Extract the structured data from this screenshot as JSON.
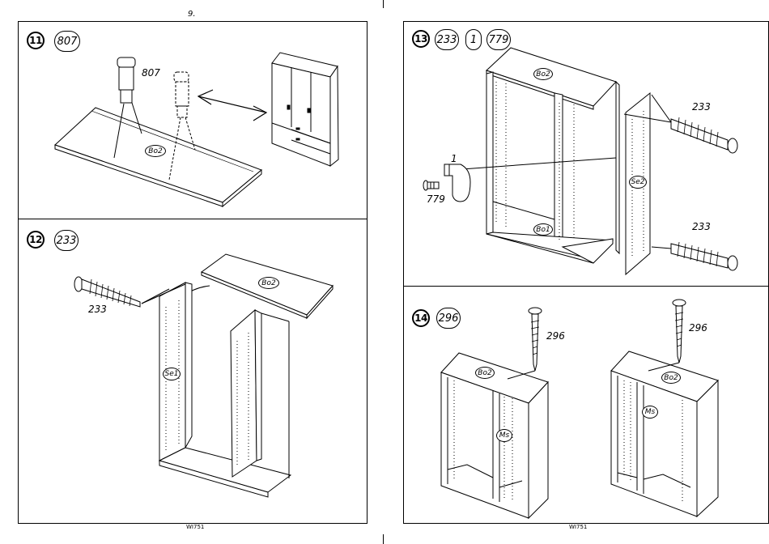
{
  "page": {
    "number": "9.",
    "code_left": "WI751",
    "code_right": "WI751"
  },
  "steps": [
    {
      "step": "11",
      "parts": [
        "807"
      ],
      "labels": {
        "dowel": "807",
        "panel": "Bo2"
      }
    },
    {
      "step": "12",
      "parts": [
        "233"
      ],
      "labels": {
        "screw": "233",
        "top": "Bo2",
        "side": "Se1"
      }
    },
    {
      "step": "13",
      "parts": [
        "233",
        "1",
        "779"
      ],
      "labels": {
        "top": "Bo2",
        "bottom": "Bo1",
        "side": "Se2",
        "screw_upper": "233",
        "screw_lower": "233",
        "clip": "1",
        "clip_screw": "779"
      }
    },
    {
      "step": "14",
      "parts": [
        "296"
      ],
      "labels": {
        "screw_left": "296",
        "screw_right": "296",
        "top_left": "Bo2",
        "top_right": "Bo2",
        "mid_left": "Ms",
        "mid_right": "Ms"
      }
    }
  ]
}
